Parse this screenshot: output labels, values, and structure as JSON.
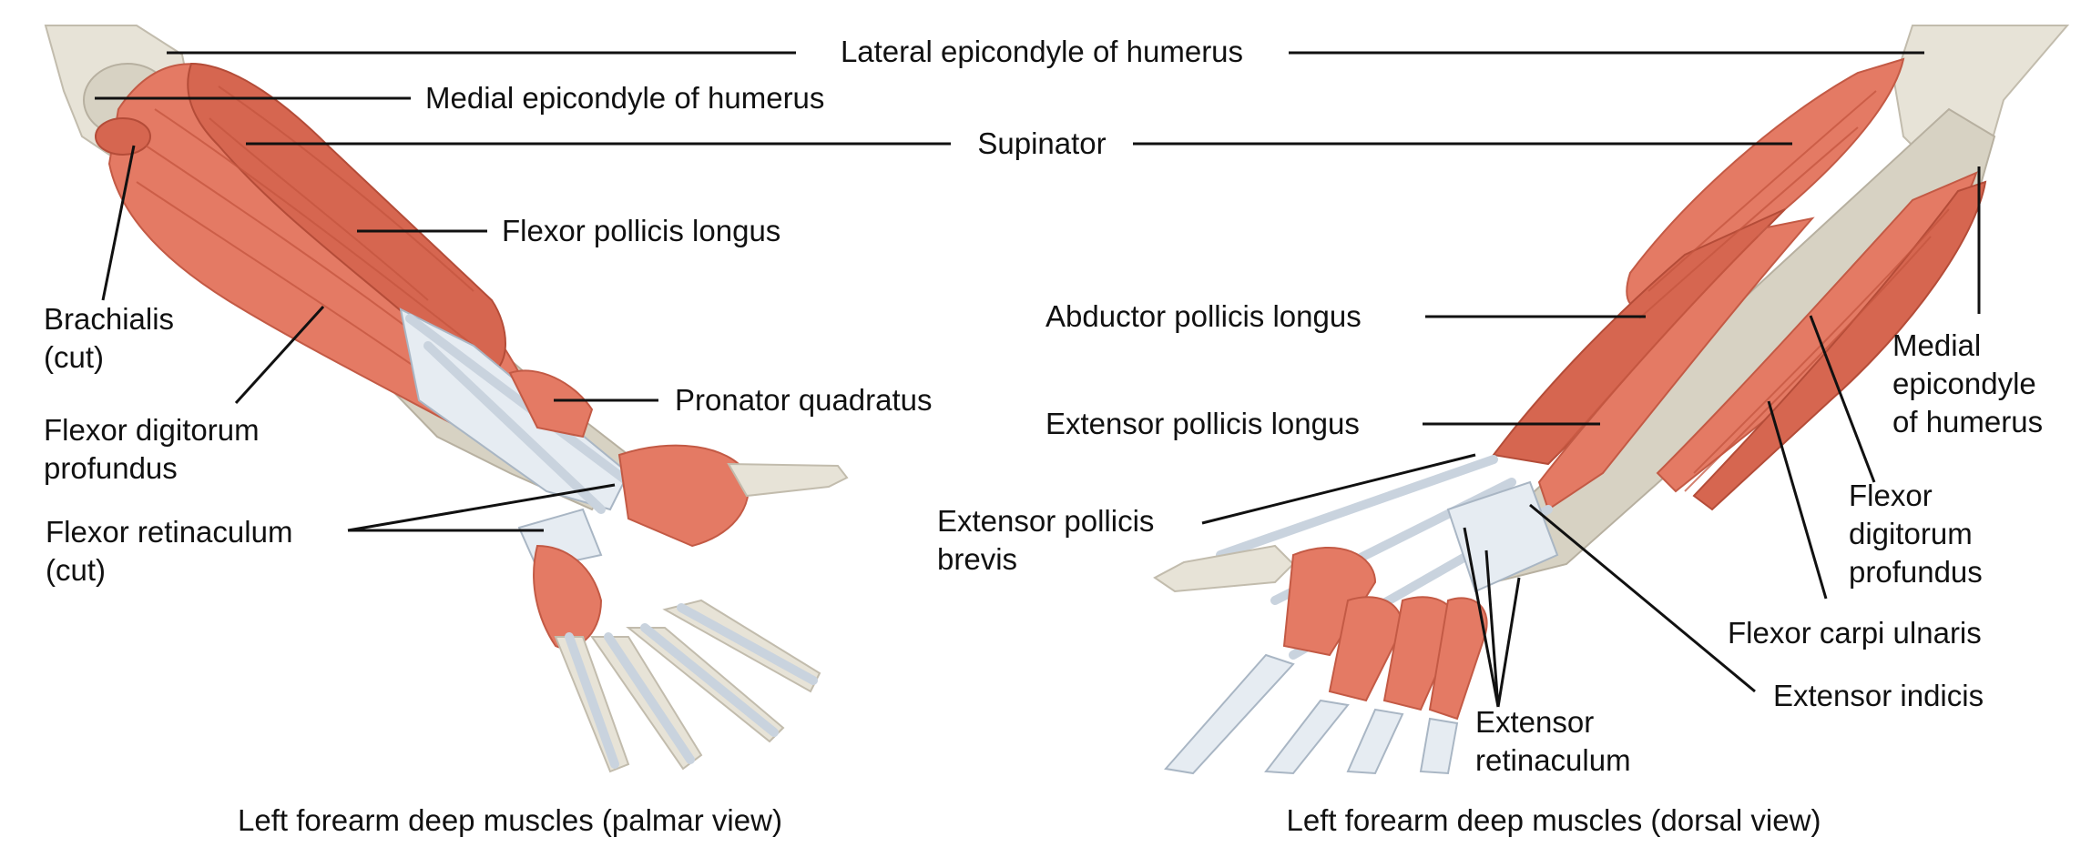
{
  "labels": {
    "lateral_epicondyle": "Lateral epicondyle of humerus",
    "medial_epicondyle_left": "Medial epicondyle of humerus",
    "supinator": "Supinator",
    "flexor_pollicis_longus": "Flexor pollicis longus",
    "brachialis_1": "Brachialis",
    "brachialis_2": "(cut)",
    "pronator_quadratus": "Pronator quadratus",
    "fdp_left_1": "Flexor digitorum",
    "fdp_left_2": "profundus",
    "flexor_retinaculum_1": "Flexor retinaculum",
    "flexor_retinaculum_2": "(cut)",
    "abductor_pollicis_longus": "Abductor pollicis longus",
    "extensor_pollicis_longus": "Extensor pollicis longus",
    "extensor_pollicis_brevis_1": "Extensor pollicis",
    "extensor_pollicis_brevis_2": "brevis",
    "medial_epicondyle_right_1": "Medial",
    "medial_epicondyle_right_2": "epicondyle",
    "medial_epicondyle_right_3": "of humerus",
    "fdp_right_1": "Flexor",
    "fdp_right_2": "digitorum",
    "fdp_right_3": "profundus",
    "flexor_carpi_ulnaris": "Flexor carpi ulnaris",
    "extensor_indicis": "Extensor indicis",
    "extensor_retinaculum_1": "Extensor",
    "extensor_retinaculum_2": "retinaculum"
  },
  "captions": {
    "palmar": "Left forearm deep muscles (palmar view)",
    "dorsal": "Left forearm deep muscles (dorsal view)"
  },
  "colors": {
    "muscle": "#e47a64",
    "bone": "#d7d2c3",
    "tendon": "#e6ecf2",
    "leader": "#111111"
  }
}
